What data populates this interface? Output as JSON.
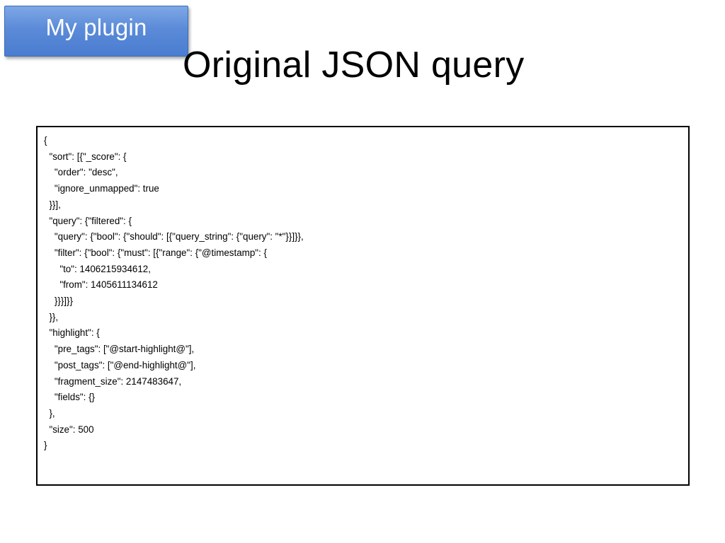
{
  "tag": {
    "label": "My plugin"
  },
  "title": "Original JSON query",
  "code": {
    "lines": [
      "{",
      "  \"sort\": [{\"_score\": {",
      "    \"order\": \"desc\",",
      "    \"ignore_unmapped\": true",
      "  }}],",
      "  \"query\": {\"filtered\": {",
      "    \"query\": {\"bool\": {\"should\": [{\"query_string\": {\"query\": \"*\"}}]}},",
      "    \"filter\": {\"bool\": {\"must\": [{\"range\": {\"@timestamp\": {",
      "      \"to\": 1406215934612,",
      "      \"from\": 1405611134612",
      "    }}}]}}",
      "  }},",
      "  \"highlight\": {",
      "    \"pre_tags\": [\"@start-highlight@\"],",
      "    \"post_tags\": [\"@end-highlight@\"],",
      "    \"fragment_size\": 2147483647,",
      "    \"fields\": {}",
      "  },",
      "  \"size\": 500",
      "}"
    ]
  },
  "colors": {
    "tag_fill": "#5b8bd8",
    "tag_text": "#ffffff",
    "frame_border": "#000000"
  }
}
